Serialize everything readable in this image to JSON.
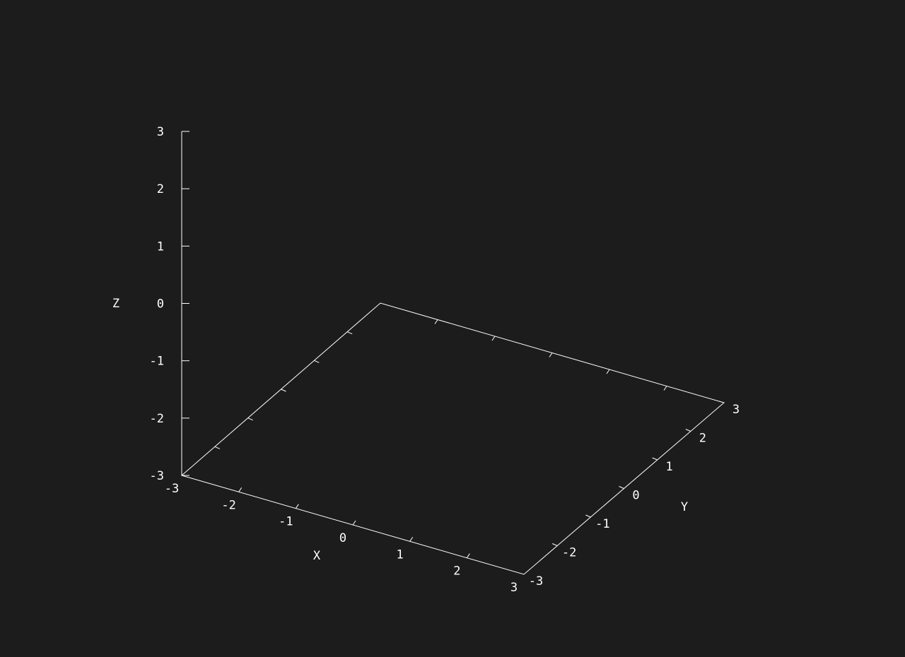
{
  "chart_data": {
    "type": "surface3d",
    "title": "",
    "axes": {
      "x": {
        "label": "X",
        "range": [
          -3,
          3
        ],
        "ticks": [
          -3,
          -2,
          -1,
          0,
          1,
          2,
          3
        ]
      },
      "y": {
        "label": "Y",
        "range": [
          -3,
          3
        ],
        "ticks": [
          -3,
          -2,
          -1,
          0,
          1,
          2,
          3
        ]
      },
      "z": {
        "label": "Z",
        "range": [
          -3,
          3
        ],
        "ticks": [
          -3,
          -2,
          -1,
          0,
          1,
          2,
          3
        ]
      }
    },
    "grid": false,
    "legend": "none",
    "series": []
  },
  "colors": {
    "background": "#1c1c1c",
    "axis": "#ffffff",
    "text": "#ffffff"
  }
}
